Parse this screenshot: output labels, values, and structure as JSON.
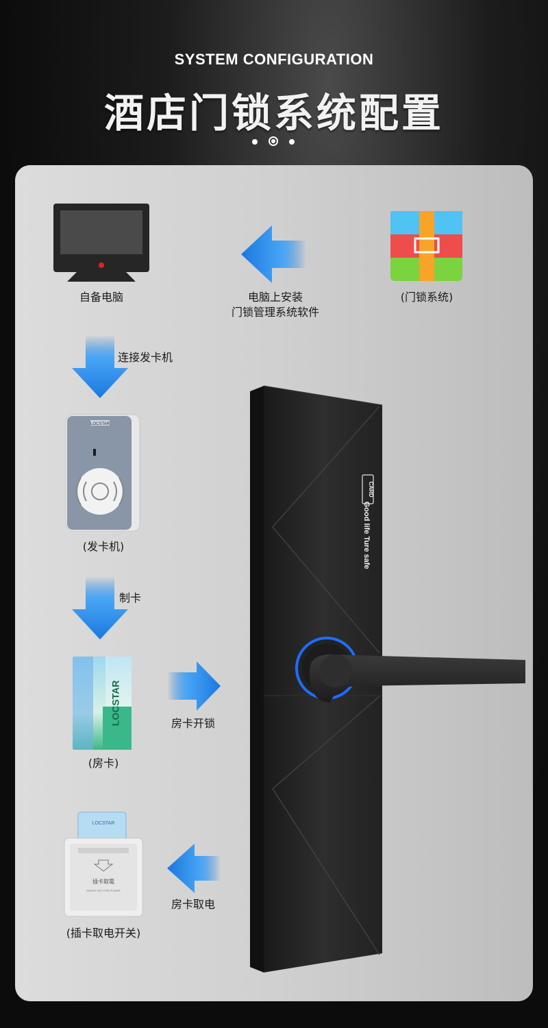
{
  "header": {
    "subtitle": "SYSTEM CONFIGURATION",
    "title": "酒店门锁系统配置"
  },
  "steps": {
    "computer": "自备电脑",
    "install": [
      "电脑上安装",
      "门锁管理系统软件"
    ],
    "system": "(门锁系统)",
    "connect": "连接发卡机",
    "encoder": "(发卡机)",
    "make_card": "制卡",
    "room_card": "(房卡)",
    "unlock": "房卡开锁",
    "power_switch": "(插卡取电开关)",
    "take_power": "房卡取电"
  },
  "lock": {
    "badge": "CARD",
    "slogan": "Good life  Ture safe"
  },
  "card_brand": "LOCSTAR",
  "switch_text": {
    "brand": "LOCSTAR",
    "chinese": "插卡取電",
    "english": "INSERT KEY FOR POWER"
  },
  "encoder_brand": "LOCSTAR",
  "colors": {
    "arrow_blue": "#1e7fe0",
    "lock_body": "#2a2a2a",
    "ring_glow": "#1f6dff"
  }
}
